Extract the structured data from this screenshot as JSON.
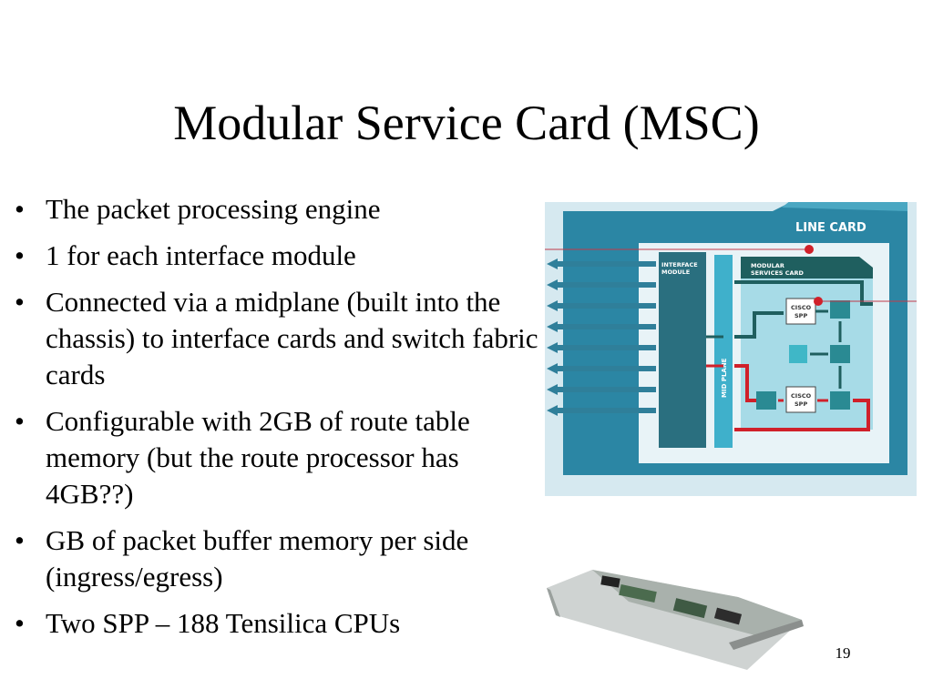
{
  "slide": {
    "title": "Modular Service Card (MSC)",
    "page_number": "19"
  },
  "bullets": [
    "The packet processing engine",
    "1 for each interface module",
    "Connected via a midplane (built into the chassis) to interface cards and switch fabric cards",
    "Configurable with 2GB of route table memory (but the route processor has 4GB??)",
    "GB of packet buffer memory per side (ingress/egress)",
    "Two SPP – 188 Tensilica CPUs"
  ],
  "diagram": {
    "line_card_label": "LINE CARD",
    "interface_module_label": [
      "INTERFACE",
      "MODULE"
    ],
    "msc_label": [
      "MODULAR",
      "SERVICES CARD"
    ],
    "midplane_label": "MID PLANE",
    "spp_top_label": [
      "CISCO",
      "SPP"
    ],
    "spp_bottom_label": [
      "CISCO",
      "SPP"
    ]
  }
}
